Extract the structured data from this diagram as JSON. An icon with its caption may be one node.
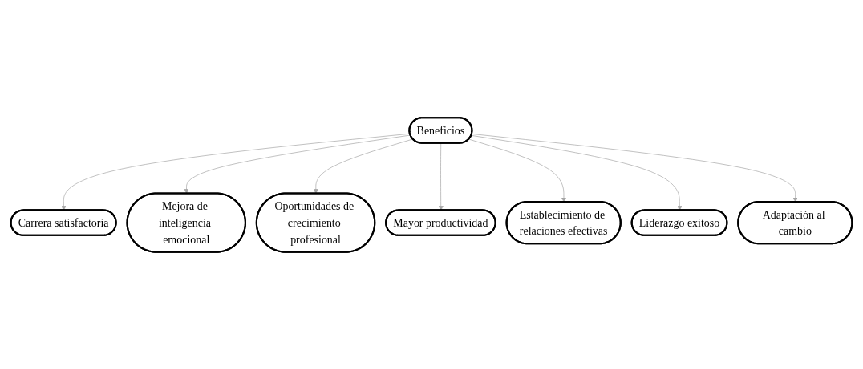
{
  "diagram": {
    "nodes": [
      {
        "text": [
          "Carrera satisfactoria"
        ]
      },
      {
        "text": [
          "Mejora de inteligencia emocional"
        ]
      },
      {
        "text": [
          "Oportunidades de crecimiento profesional"
        ]
      },
      {
        "text": [
          "Beneficios"
        ]
      },
      {
        "text": [
          "Mayor productividad"
        ]
      },
      {
        "text": [
          "Establecimiento de relaciones efectivas"
        ]
      },
      {
        "text": [
          "Liderazgo exitoso"
        ]
      },
      {
        "text": [
          "Adaptación al cambio"
        ]
      }
    ],
    "edges": [
      {
        "from": 3,
        "to": 0,
        "arrow": "to"
      },
      {
        "from": 3,
        "to": 1,
        "arrow": "to"
      },
      {
        "from": 3,
        "to": 2,
        "arrow": "to"
      },
      {
        "from": 3,
        "to": 4,
        "arrow": "to"
      },
      {
        "from": 3,
        "to": 5,
        "arrow": "to"
      },
      {
        "from": 3,
        "to": 6,
        "arrow": "to"
      },
      {
        "from": 3,
        "to": 7,
        "arrow": "to"
      }
    ]
  }
}
